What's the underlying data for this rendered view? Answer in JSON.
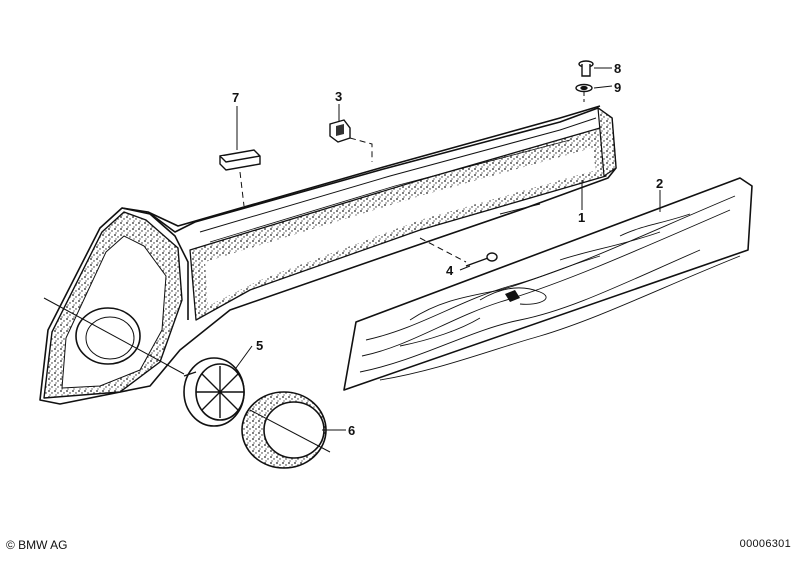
{
  "callouts": {
    "c1": "1",
    "c2": "2",
    "c3": "3",
    "c4": "4",
    "c5": "5",
    "c6": "6",
    "c7": "7",
    "c8": "8",
    "c9": "9"
  },
  "footer": {
    "copyright": "© BMW AG",
    "diagram_id": "00006301"
  }
}
